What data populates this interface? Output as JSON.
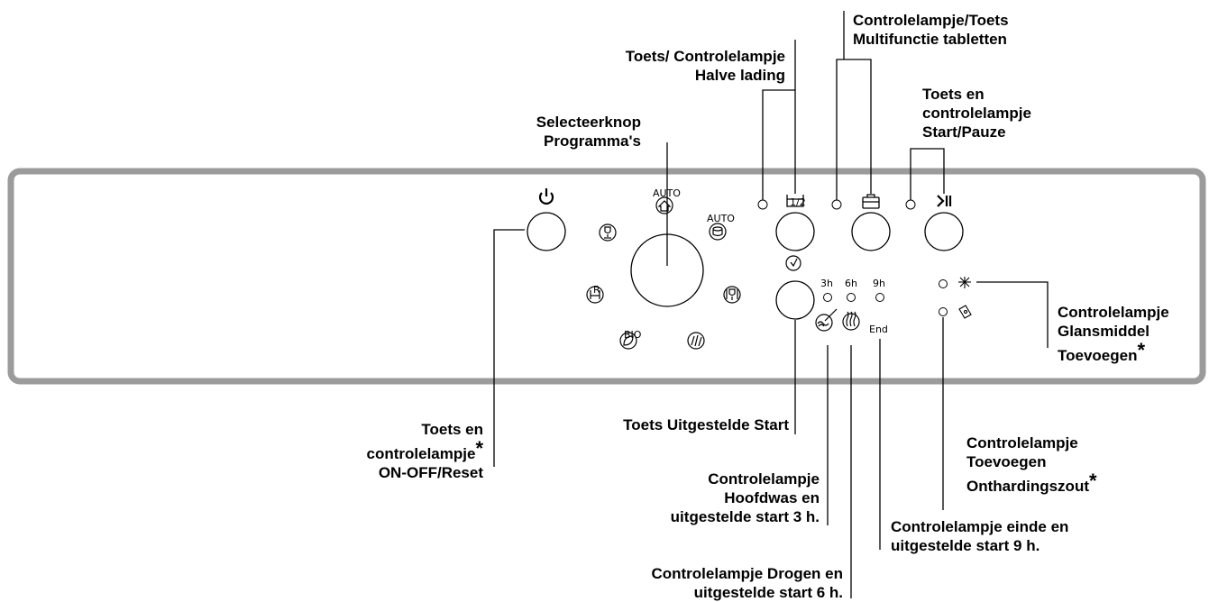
{
  "callouts": {
    "multitab": "Controlelampje/Toets\nMultifunctie tabletten",
    "half": "Toets/ Controlelampje\nHalve lading",
    "startpause": "Toets en\ncontrolelampje\nStart/Pauze",
    "selector": "Selecteerknop\nProgramma's",
    "rinse": "Controlelampje\nGlansmiddel\nToevoegen",
    "salt": "Controlelampje\nToevoegen\nOnthardingszout",
    "onoff_main": "Toets en\ncontrolelampje",
    "onoff_tail": "ON-OFF/Reset",
    "delay": "Toets Uitgestelde Start",
    "wash3": "Controlelampje\nHoofdwas en\nuitgestelde start 3 h.",
    "end9": "Controlelampje einde en\nuitgestelde start 9 h.",
    "dry6": "Controlelampje Drogen en\nuitgestelde start 6 h.",
    "asterisk": "*"
  },
  "panel_labels": {
    "h3": "3h",
    "h6": "6h",
    "h9": "9h",
    "end": "End",
    "auto": "AUTO",
    "half_fraction": "1/2",
    "bio": "BIO",
    "r_mark": "R"
  },
  "icons": [
    "power-icon",
    "half-load-icon",
    "tablet-icon",
    "start-pause-icon",
    "delay-clock-icon",
    "auto-program-icon",
    "auto-pot-icon",
    "glass-icon",
    "rinse-hold-icon",
    "intensive-glass-icon",
    "bio-leaf-icon",
    "fast-wash-icon",
    "main-wash-icon",
    "drying-icon",
    "rinse-aid-icon",
    "salt-icon"
  ],
  "colors": {
    "panel_border": "#9b9b9b",
    "line": "#000000",
    "background": "#ffffff"
  }
}
